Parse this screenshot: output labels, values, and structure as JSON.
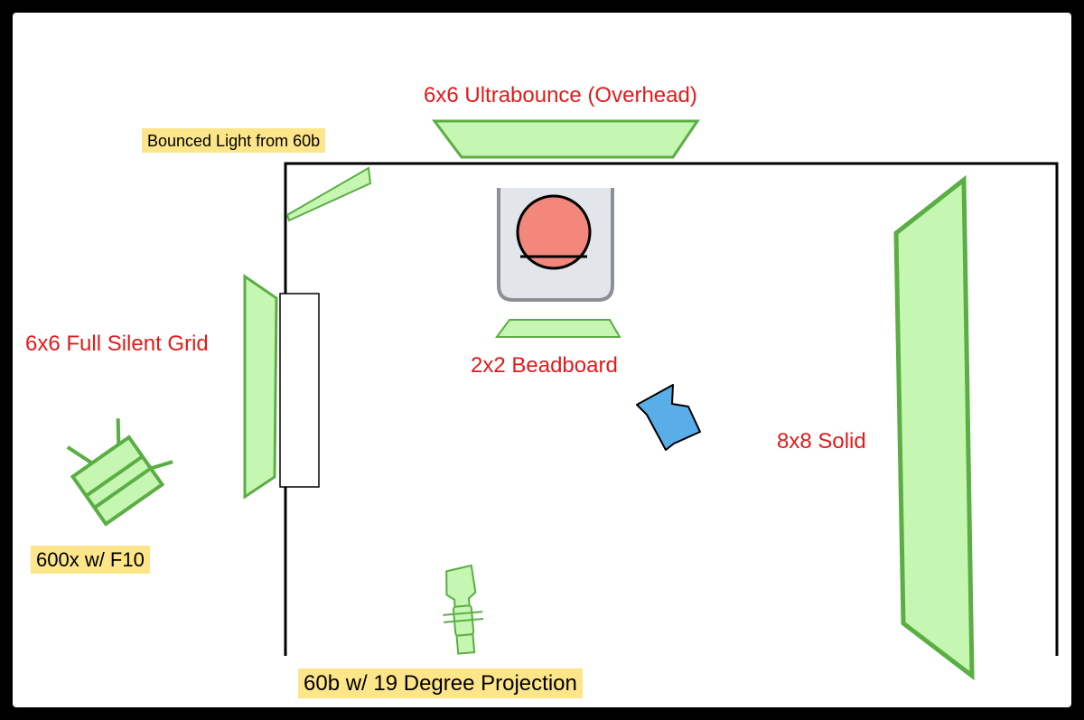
{
  "labels": {
    "ultrabounce": "6x6 Ultrabounce (Overhead)",
    "full_silent_grid": "6x6 Full Silent Grid",
    "beadboard": "2x2 Beadboard",
    "solid": "8x8 Solid"
  },
  "tags": {
    "bounced_light": "Bounced Light from 60b",
    "light_600x": "600x w/ F10",
    "light_60b": "60b w/ 19 Degree Projection"
  },
  "colors": {
    "label_red": "#e31a1a",
    "tag_yellow": "#fde58a",
    "modifier_fill": "#c6f7b2",
    "modifier_stroke": "#5aae44",
    "subject": "#f4877c",
    "camera": "#5aaee8",
    "backdrop_fill": "#e2e6ea",
    "backdrop_stroke": "#8c8f93"
  }
}
